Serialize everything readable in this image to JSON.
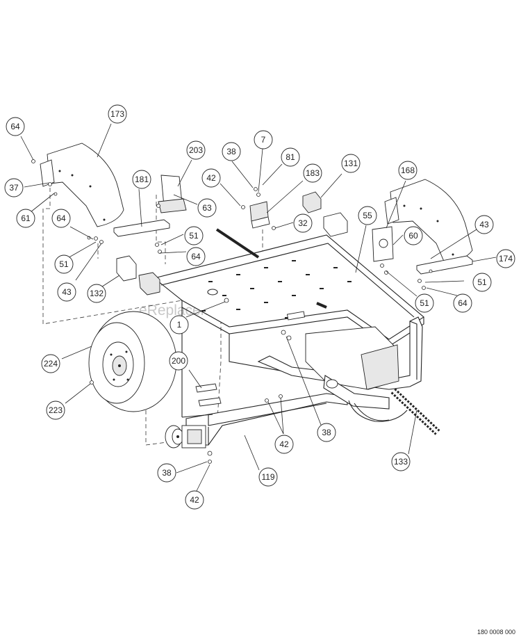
{
  "watermark": "eReplacementParts.com",
  "document_number": "180 0008 000",
  "callouts": [
    {
      "key": "c64a",
      "label": "64"
    },
    {
      "key": "c173",
      "label": "173"
    },
    {
      "key": "c37",
      "label": "37"
    },
    {
      "key": "c61",
      "label": "61"
    },
    {
      "key": "c203",
      "label": "203"
    },
    {
      "key": "c38a",
      "label": "38"
    },
    {
      "key": "c7",
      "label": "7"
    },
    {
      "key": "c81",
      "label": "81"
    },
    {
      "key": "c42a",
      "label": "42"
    },
    {
      "key": "c183",
      "label": "183"
    },
    {
      "key": "c131",
      "label": "131"
    },
    {
      "key": "c168",
      "label": "168"
    },
    {
      "key": "c181",
      "label": "181"
    },
    {
      "key": "c63",
      "label": "63"
    },
    {
      "key": "c64b",
      "label": "64"
    },
    {
      "key": "c51a",
      "label": "51"
    },
    {
      "key": "c32",
      "label": "32"
    },
    {
      "key": "c55",
      "label": "55"
    },
    {
      "key": "c60",
      "label": "60"
    },
    {
      "key": "c43a",
      "label": "43"
    },
    {
      "key": "c51b",
      "label": "51"
    },
    {
      "key": "c64c",
      "label": "64"
    },
    {
      "key": "c174",
      "label": "174"
    },
    {
      "key": "c43b",
      "label": "43"
    },
    {
      "key": "c51c",
      "label": "51"
    },
    {
      "key": "c132",
      "label": "132"
    },
    {
      "key": "c51d",
      "label": "51"
    },
    {
      "key": "c64d",
      "label": "64"
    },
    {
      "key": "c1",
      "label": "1"
    },
    {
      "key": "c224",
      "label": "224"
    },
    {
      "key": "c200",
      "label": "200"
    },
    {
      "key": "c223",
      "label": "223"
    },
    {
      "key": "c38b",
      "label": "38"
    },
    {
      "key": "c42b",
      "label": "42"
    },
    {
      "key": "c133",
      "label": "133"
    },
    {
      "key": "c119",
      "label": "119"
    },
    {
      "key": "c38c",
      "label": "38"
    },
    {
      "key": "c42c",
      "label": "42"
    }
  ]
}
